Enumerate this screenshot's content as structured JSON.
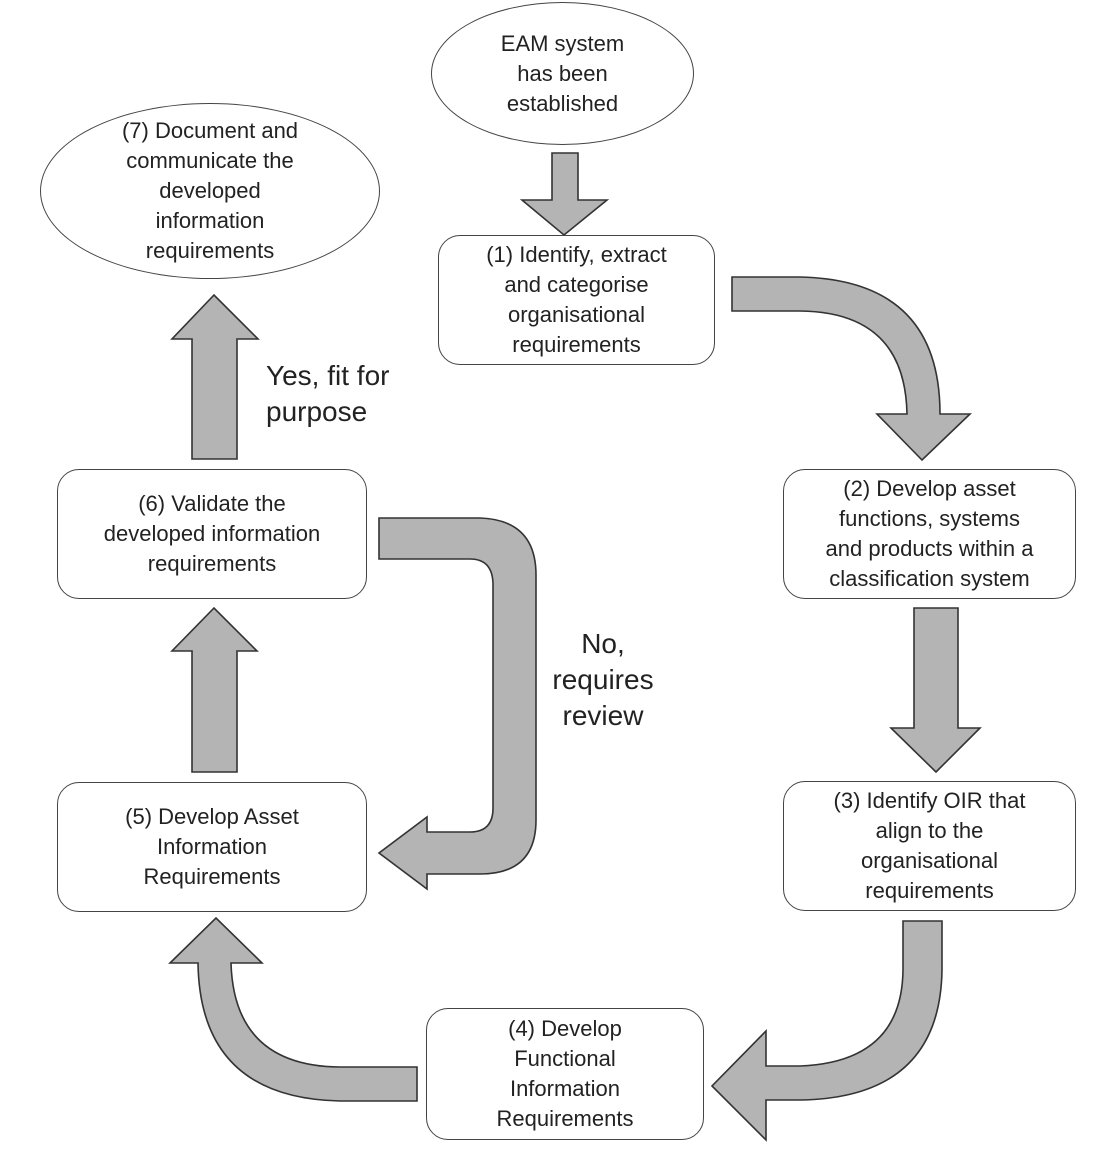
{
  "diagram": {
    "type": "process-flow",
    "nodes": [
      {
        "id": "start",
        "shape": "ellipse",
        "lines": [
          "EAM system",
          "has been",
          "established"
        ]
      },
      {
        "id": "step1",
        "shape": "rounded-box",
        "lines": [
          "(1) Identify, extract",
          "and categorise",
          "organisational",
          "requirements"
        ]
      },
      {
        "id": "step2",
        "shape": "rounded-box",
        "lines": [
          "(2) Develop asset",
          "functions, systems",
          "and products within a",
          "classification system"
        ]
      },
      {
        "id": "step3",
        "shape": "rounded-box",
        "lines": [
          "(3) Identify OIR that",
          "align to the",
          "organisational",
          "requirements"
        ]
      },
      {
        "id": "step4",
        "shape": "rounded-box",
        "lines": [
          "(4) Develop",
          "Functional",
          "Information",
          "Requirements"
        ]
      },
      {
        "id": "step5",
        "shape": "rounded-box",
        "lines": [
          "(5) Develop Asset",
          "Information",
          "Requirements"
        ]
      },
      {
        "id": "step6",
        "shape": "rounded-box",
        "lines": [
          "(6) Validate the",
          "developed information",
          "requirements"
        ]
      },
      {
        "id": "step7",
        "shape": "ellipse",
        "lines": [
          "(7) Document and",
          "communicate the",
          "developed",
          "information",
          "requirements"
        ]
      }
    ],
    "edges": [
      {
        "from": "start",
        "to": "step1",
        "style": "straight-down"
      },
      {
        "from": "step1",
        "to": "step2",
        "style": "curved"
      },
      {
        "from": "step2",
        "to": "step3",
        "style": "straight-down"
      },
      {
        "from": "step3",
        "to": "step4",
        "style": "curved"
      },
      {
        "from": "step4",
        "to": "step5",
        "style": "curved"
      },
      {
        "from": "step5",
        "to": "step6",
        "style": "straight-up"
      },
      {
        "from": "step6",
        "to": "step7",
        "style": "straight-up",
        "label": "Yes, fit for purpose"
      },
      {
        "from": "step6",
        "to": "step5",
        "style": "u-turn",
        "label": "No, requires review"
      }
    ],
    "edge_labels": {
      "yes": [
        "Yes, fit for",
        "purpose"
      ],
      "no": [
        "No,",
        "requires",
        "review"
      ]
    },
    "colors": {
      "arrow_fill": "#b4b4b4",
      "arrow_stroke": "#333333",
      "node_fill": "#ffffff",
      "node_stroke": "#444444",
      "text": "#222222"
    }
  }
}
